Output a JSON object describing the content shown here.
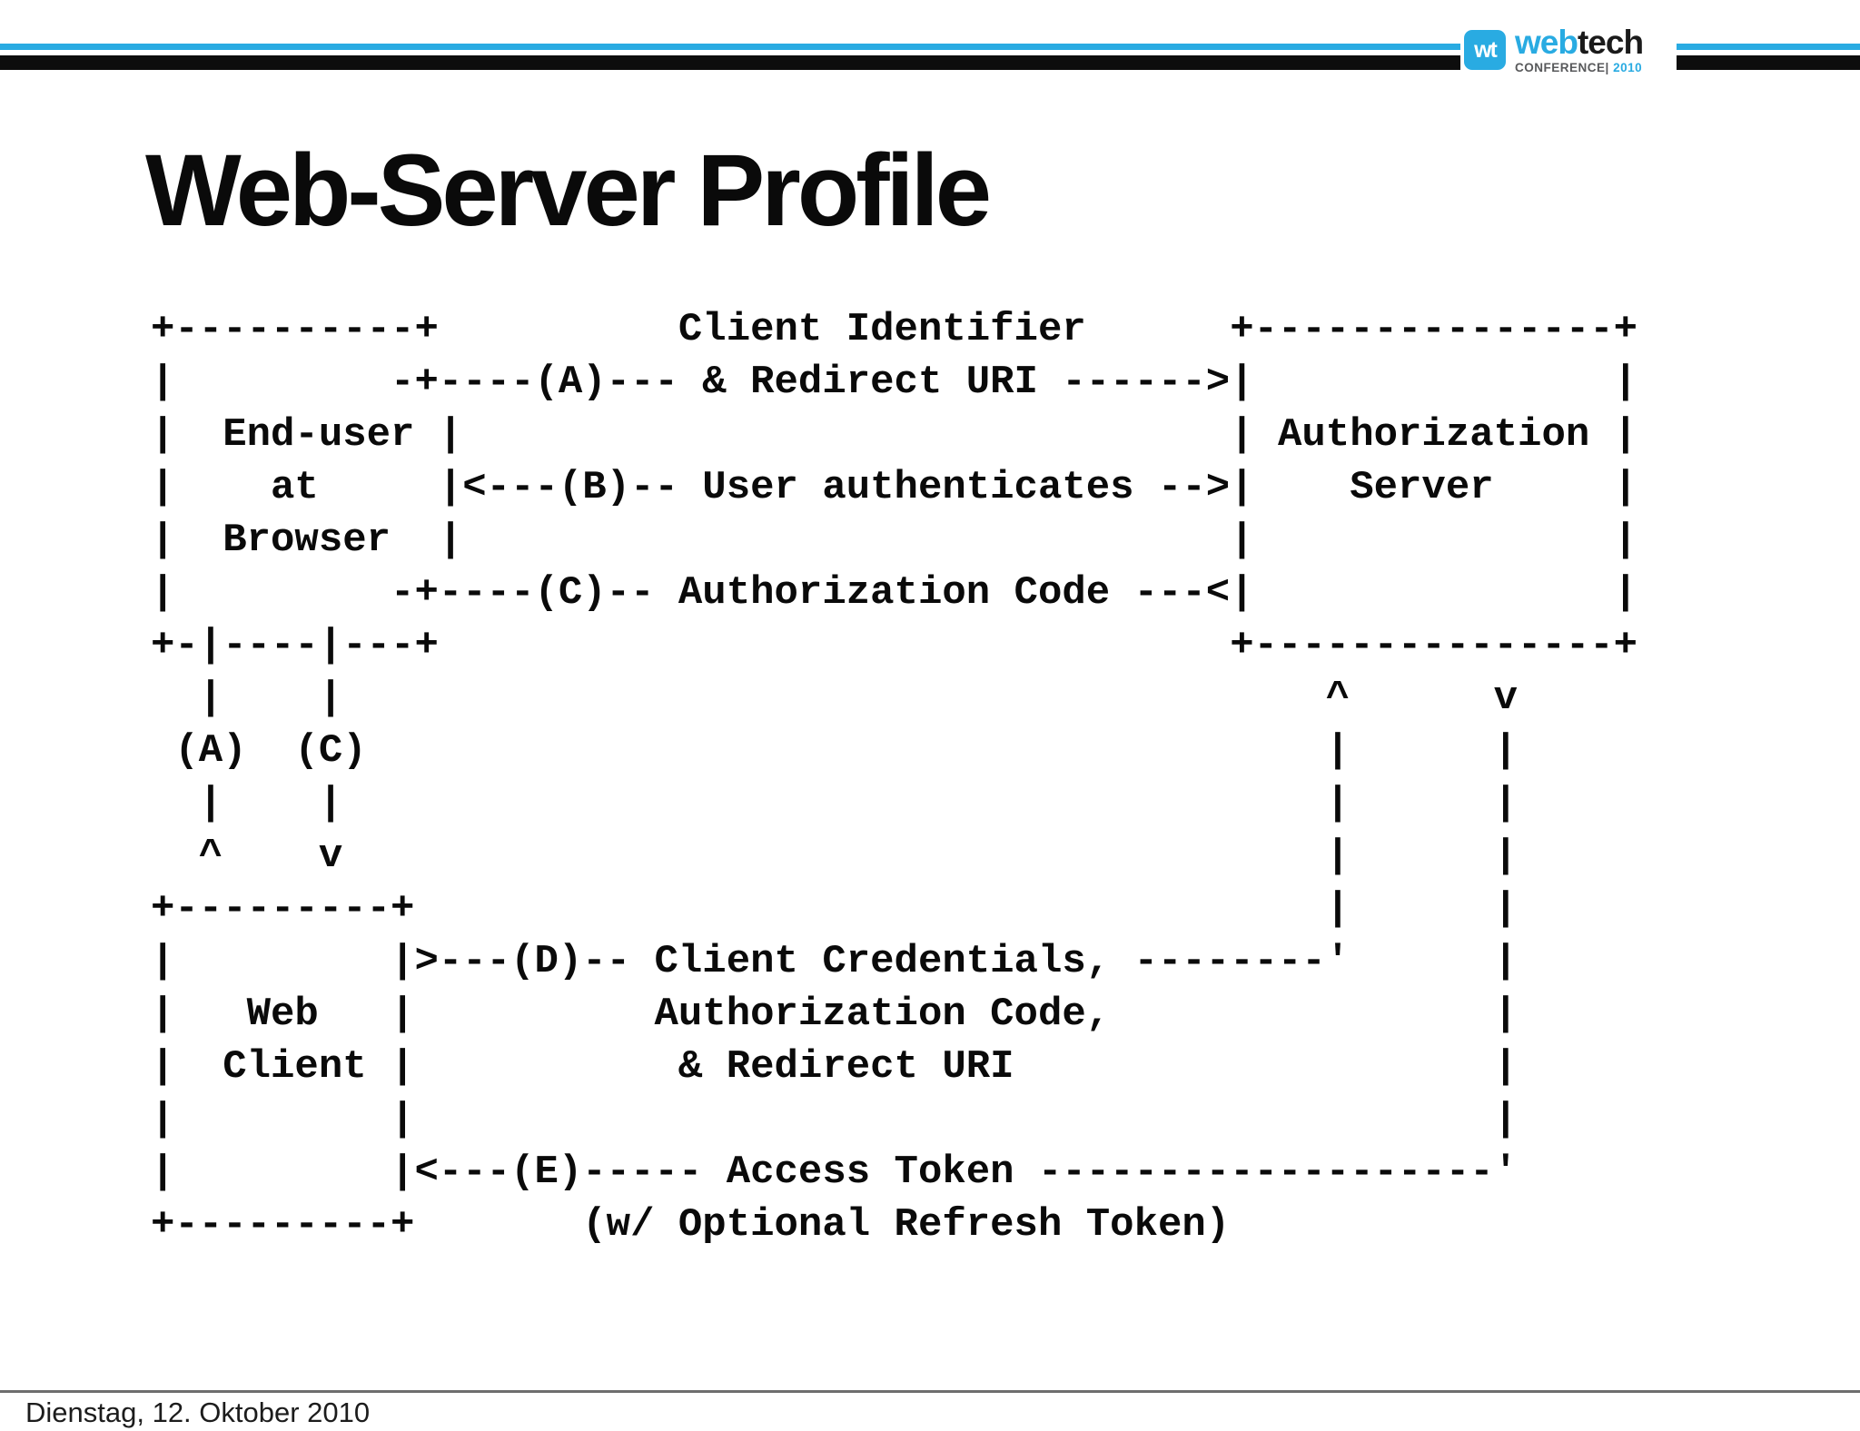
{
  "header": {
    "logo": {
      "icon_text": "wt",
      "brand_primary": "web",
      "brand_secondary": "tech",
      "tagline": "CONFERENCE|",
      "year": "2010"
    }
  },
  "slide": {
    "title": "Web-Server Profile",
    "diagram_lines": [
      "+----------+          Client Identifier      +---------------+",
      "|         -+----(A)--- & Redirect URI ------>|               |",
      "|  End-user |                                | Authorization |",
      "|    at     |<---(B)-- User authenticates -->|    Server     |",
      "|  Browser  |                                |               |",
      "|         -+----(C)-- Authorization Code ---<|               |",
      "+-|----|---+                                 +---------------+",
      "  |    |                                         ^      v",
      " (A)  (C)                                        |      |",
      "  |    |                                         |      |",
      "  ^    v                                         |      |",
      "+---------+                                      |      |",
      "|         |>---(D)-- Client Credentials, --------'      |",
      "|   Web   |          Authorization Code,                |",
      "|  Client |           & Redirect URI                    |",
      "|         |                                             |",
      "|         |<---(E)----- Access Token -------------------'",
      "+---------+       (w/ Optional Refresh Token)"
    ]
  },
  "footer": {
    "date": "Dienstag, 12. Oktober 2010"
  },
  "colors": {
    "accent_blue": "#29abe2",
    "bar_black": "#0d0d0d",
    "tagline_gray": "#58595b",
    "text_black": "#0a0a0a",
    "footer_line_gray": "#6e6e6e"
  }
}
